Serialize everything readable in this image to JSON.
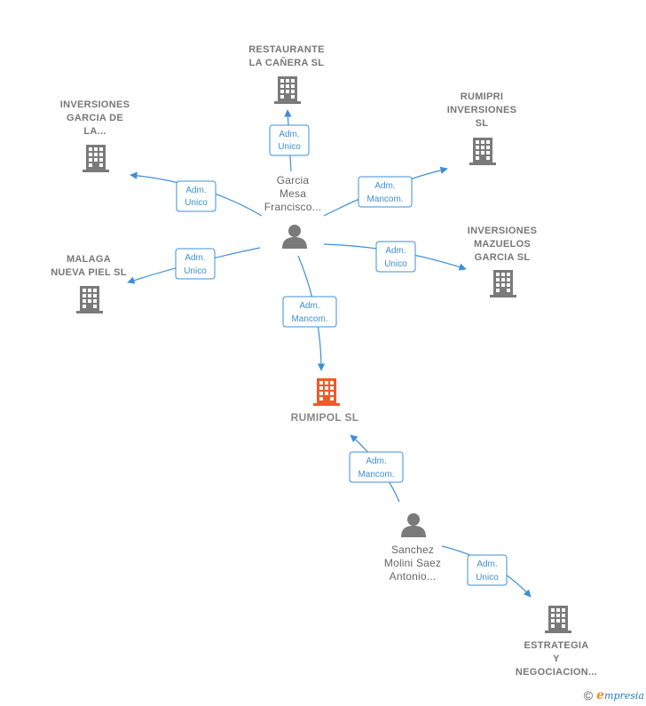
{
  "colors": {
    "company": "#7a7a7a",
    "main_company": "#f05a28",
    "person": "#7a7a7a",
    "edge": "#3d8fd6",
    "edge_label_border": "#3d8fd6",
    "edge_label_text": "#3d8fd6"
  },
  "nodes": {
    "restaurante": {
      "label": "RESTAURANTE\nLA CAÑERA  SL"
    },
    "inversiones_garcia": {
      "label": "INVERSIONES\nGARCIA DE\nLA..."
    },
    "rumipri": {
      "label": "RUMIPRI\nINVERSIONES\nSL"
    },
    "inversiones_mazuelos": {
      "label": "INVERSIONES\nMAZUELOS\nGARCIA  SL"
    },
    "malaga": {
      "label": "MALAGA\nNUEVA PIEL SL"
    },
    "rumipol": {
      "label": "RUMIPOL  SL"
    },
    "garcia_mesa": {
      "label": "Garcia\nMesa\nFrancisco..."
    },
    "sanchez_molini": {
      "label": "Sanchez\nMolini Saez\nAntonio..."
    },
    "estrategia": {
      "label": "ESTRATEGIA\nY\nNEGOCIACION..."
    }
  },
  "edge_labels": {
    "to_restaurante": "Adm.\nUnico",
    "to_inversiones_garcia": "Adm.\nUnico",
    "to_rumipri": "Adm.\nMancom.",
    "to_mazuelos": "Adm.\nUnico",
    "to_malaga": "Adm.\nUnico",
    "to_rumipol_garcia": "Adm.\nMancom.",
    "to_rumipol_sanchez": "Adm.\nMancom.",
    "to_estrategia": "Adm.\nUnico"
  },
  "footer": {
    "copyright": "©",
    "brand_first": "e",
    "brand_rest": "mpresia"
  }
}
